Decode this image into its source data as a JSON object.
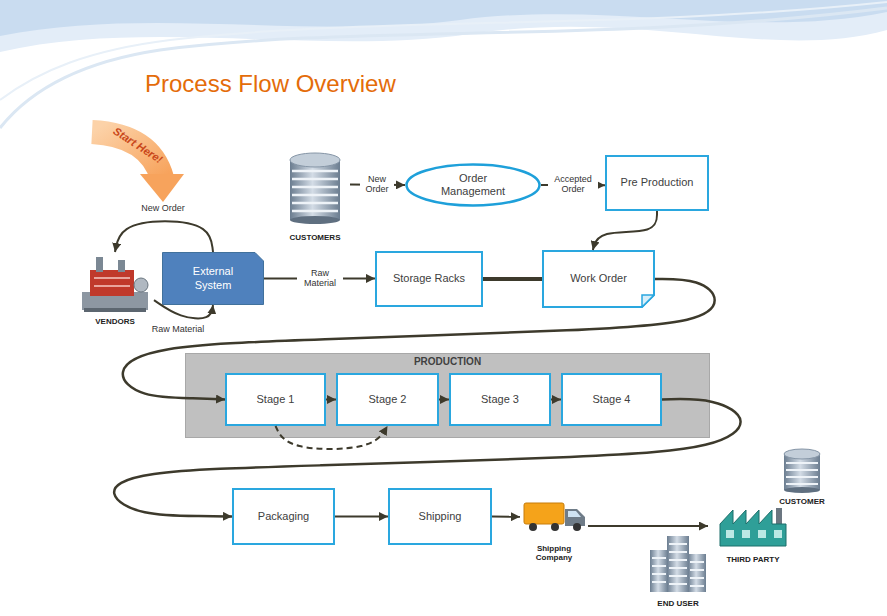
{
  "diagram": {
    "title": "Process Flow Overview",
    "nodes": [
      {
        "text": [
          "CUSTOMERS"
        ]
      },
      {
        "text": [
          "Order Management"
        ]
      },
      {
        "text": [
          "Pre Production"
        ]
      },
      {
        "text": [
          "VENDORS"
        ]
      },
      {
        "text": [
          "External System"
        ]
      },
      {
        "text": [
          "Storage Racks"
        ]
      },
      {
        "text": [
          "Work Order"
        ]
      },
      {
        "text": [
          "PRODUCTION"
        ]
      },
      {
        "text": [
          "Stage 1"
        ],
        "in": 7
      },
      {
        "text": [
          "Stage 2"
        ],
        "in": 7
      },
      {
        "text": [
          "Stage 3"
        ],
        "in": 7
      },
      {
        "text": [
          "Stage 4"
        ],
        "in": 7
      },
      {
        "text": [
          "Packaging"
        ]
      },
      {
        "text": [
          "Shipping"
        ]
      },
      {
        "text": [
          "Shipping Company"
        ]
      },
      {
        "text": [
          "CUSTOMER"
        ]
      },
      {
        "text": [
          "THIRD PARTY"
        ]
      },
      {
        "text": [
          "END USER"
        ]
      }
    ],
    "edges": [
      {
        "from": 0,
        "to": 1,
        "label": "New Order",
        "arrow": "to"
      },
      {
        "from": 1,
        "to": 2,
        "label": "Accepted Order",
        "arrow": "to"
      },
      {
        "from": 2,
        "to": 6,
        "arrow": "to"
      },
      {
        "from": 4,
        "to": 3,
        "label": "New Order",
        "arrow": "to"
      },
      {
        "from": 3,
        "to": 4,
        "label": "Raw Material",
        "arrow": "to"
      },
      {
        "from": 4,
        "to": 5,
        "label": "Raw Material",
        "arrow": "to"
      },
      {
        "from": 5,
        "to": 6,
        "arrow": "none"
      },
      {
        "from": 6,
        "to": 8,
        "arrow": "to"
      },
      {
        "from": 8,
        "to": 9,
        "arrow": "to"
      },
      {
        "from": 9,
        "to": 10,
        "arrow": "to"
      },
      {
        "from": 10,
        "to": 11,
        "arrow": "to"
      },
      {
        "from": 8,
        "to": 9,
        "arrow": "to"
      },
      {
        "from": 11,
        "to": 12,
        "arrow": "to"
      },
      {
        "from": 12,
        "to": 13,
        "arrow": "to"
      },
      {
        "from": 13,
        "to": 14,
        "arrow": "to"
      },
      {
        "from": 14,
        "to": 16,
        "arrow": "to"
      }
    ],
    "labels": [
      "Start Here!"
    ]
  }
}
